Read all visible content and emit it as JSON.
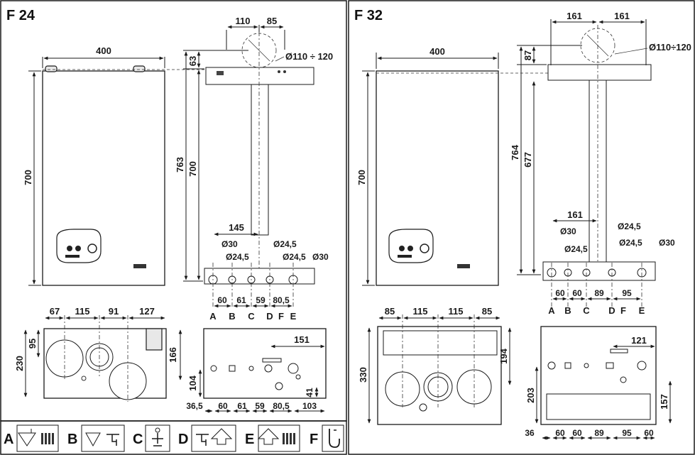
{
  "panels": {
    "f24": {
      "title": "F 24",
      "front": {
        "width": "400",
        "height": "700"
      },
      "side": {
        "flue_top_offset": "63",
        "total_height": "763",
        "bracket_height": "700",
        "flue_spacing_a": "110",
        "flue_spacing_b": "85",
        "flue_diameter": "Ø110 ÷ 120",
        "offset_145": "145",
        "pipes": [
          "Ø30",
          "Ø24,5",
          "Ø24,5",
          "Ø24,5",
          "Ø30"
        ],
        "spacing": [
          "60",
          "61",
          "59",
          "80,5"
        ],
        "letters": [
          "A",
          "B",
          "C",
          "D",
          "F",
          "E"
        ]
      },
      "top": {
        "widths": [
          "67",
          "115",
          "91",
          "127"
        ],
        "left_h": "230",
        "inner_h": "95",
        "right_h": "166"
      },
      "bottom": {
        "right_dim": "151",
        "left_h": "104",
        "small_h": "41",
        "bottom_dims": [
          "36,5",
          "60",
          "61",
          "59",
          "80,5",
          "103"
        ],
        "letters": [
          "A",
          "B",
          "C",
          "D",
          "F",
          "E"
        ]
      }
    },
    "f32": {
      "title": "F 32",
      "front": {
        "width": "400",
        "height": "700"
      },
      "side": {
        "flue_top_offset": "87",
        "total_height": "764",
        "bracket_height": "677",
        "flue_spacing_a": "161",
        "flue_spacing_b": "161",
        "flue_diameter": "Ø110÷120",
        "offset_161": "161",
        "pipes": [
          "Ø30",
          "Ø24,5",
          "Ø24,5",
          "Ø30"
        ],
        "spacing": [
          "60",
          "60",
          "89",
          "95"
        ],
        "letters": [
          "A",
          "B",
          "C",
          "D",
          "F",
          "E"
        ]
      },
      "top": {
        "widths": [
          "85",
          "115",
          "115",
          "85"
        ],
        "left_h": "330",
        "right_h": "194"
      },
      "bottom": {
        "right_dim": "121",
        "left_h": "203",
        "right_h": "157",
        "bottom_dims": [
          "36",
          "60",
          "60",
          "89",
          "95",
          "60"
        ],
        "letters": [
          "A",
          "B",
          "C",
          "D",
          "F",
          "E"
        ]
      }
    }
  },
  "legend": [
    {
      "letter": "A",
      "icon": "heating-flow-icon"
    },
    {
      "letter": "B",
      "icon": "hot-water-outlet-icon"
    },
    {
      "letter": "C",
      "icon": "gas-inlet-icon"
    },
    {
      "letter": "D",
      "icon": "cold-water-inlet-icon"
    },
    {
      "letter": "E",
      "icon": "heating-return-icon"
    },
    {
      "letter": "F",
      "icon": "safety-valve-drain-icon"
    }
  ]
}
